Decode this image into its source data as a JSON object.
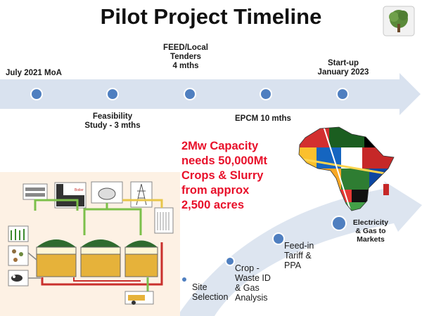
{
  "title": "Pilot Project Timeline",
  "timeline": {
    "top_labels": [
      {
        "text": "July 2021 MoA"
      },
      {
        "text": "FEED/Local\nTenders\n4 mths"
      },
      {
        "text": "Start-up\nJanuary 2023"
      }
    ],
    "bottom_labels": [
      {
        "text": "Feasibility\nStudy - 3 mths"
      },
      {
        "text": "EPCM  10 mths"
      }
    ]
  },
  "capacity_text": "2Mw Capacity\nneeds 50,000Mt\nCrops & Slurry\nfrom  approx\n2,500 acres",
  "steps": [
    {
      "text": "Site\nSelection"
    },
    {
      "text": "Crop -\nWaste ID\n& Gas\nAnalysis"
    },
    {
      "text": "Feed-in\nTariff &\nPPA"
    },
    {
      "text": "Electricity\n& Gas to\nMarkets"
    }
  ],
  "colors": {
    "arrow": "#d9e2ef",
    "dot": "#4f7fc0",
    "dot_edge": "#ffffff",
    "red_text": "#e8102a",
    "plant_bg": "#fdf1e4",
    "tank_fill": "#e6b23a",
    "tank_roof": "#2f6b2f",
    "pipe_green": "#7cc04a",
    "pipe_red": "#c9302c",
    "pipe_yellow": "#e8c64a"
  },
  "icons": {
    "logo": "tree-logo-icon",
    "africa": "africa-flags-map-icon",
    "plant": "biogas-plant-diagram-icon"
  }
}
